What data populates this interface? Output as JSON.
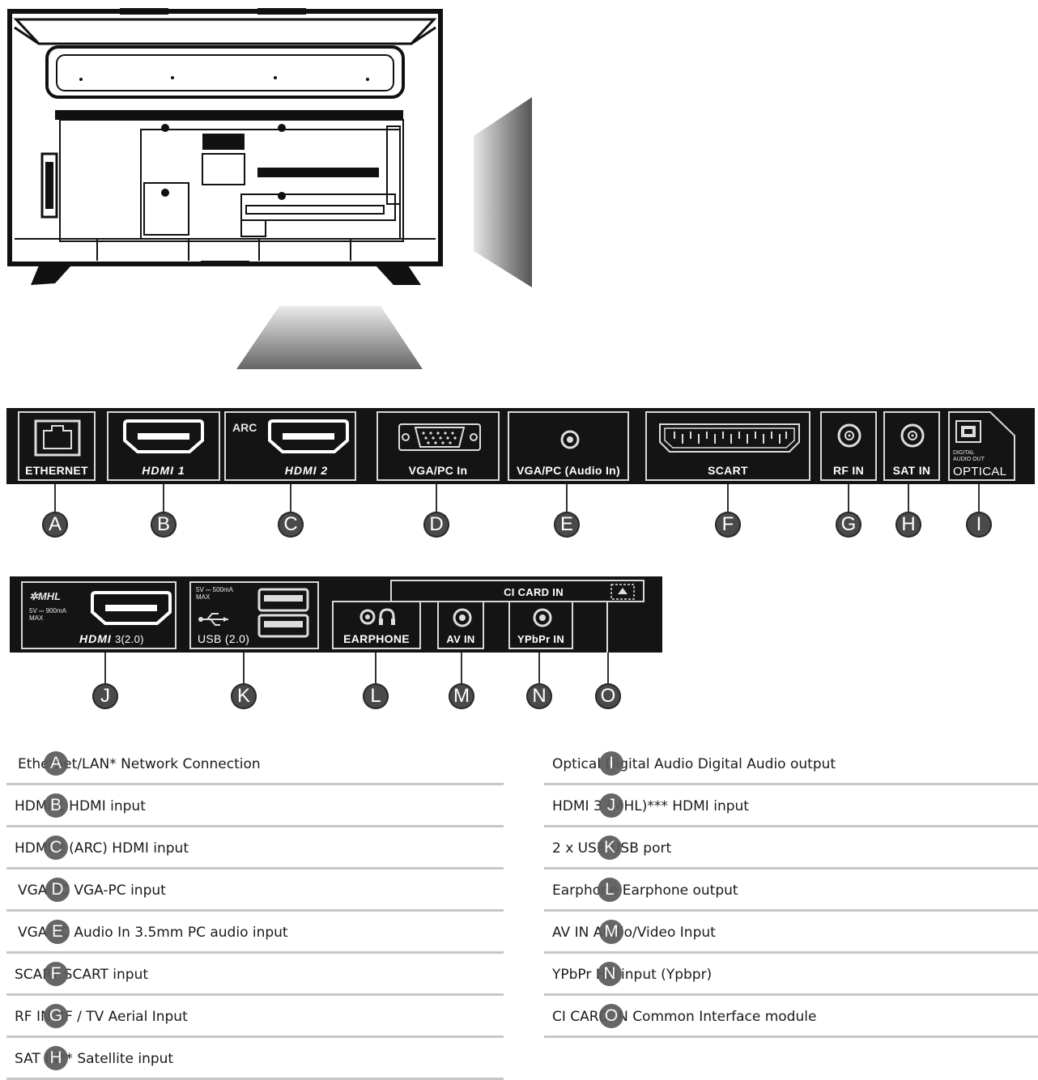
{
  "panel1": {
    "ethernet": "ETHERNET",
    "hdmi1": "HDMI 1",
    "arc": "ARC",
    "hdmi2": "HDMI 2",
    "vga_pc_in": "VGA/PC In",
    "vga_pc_audio": "VGA/PC (Audio In)",
    "scart": "SCART",
    "rf_in": "RF IN",
    "sat_in": "SAT IN",
    "digital_audio_out": "DIGITAL AUDIO OUT",
    "optical": "OPTICAL"
  },
  "panel2": {
    "mhl": "MHL",
    "mhl_power": "5V ⎓ 900mA MAX",
    "hdmi3": "HDMI",
    "hdmi3_version": "3(2.0)",
    "usb_power": "5V ⎓ 500mA MAX",
    "usb": "USB (2.0)",
    "earphone": "EARPHONE",
    "av_in": "AV IN",
    "ypbpr_in": "YPbPr IN",
    "ci_card_in": "CI CARD IN"
  },
  "markers": [
    "A",
    "B",
    "C",
    "D",
    "E",
    "F",
    "G",
    "H",
    "I",
    "J",
    "K",
    "L",
    "M",
    "N",
    "O"
  ],
  "legend_left": [
    {
      "marker": "A",
      "text": "Ethernet/LAN*  Network Connection"
    },
    {
      "marker": "B",
      "text": "HDMI 1  HDMI input"
    },
    {
      "marker": "C",
      "text": "HDMI 2 (ARC)  HDMI input"
    },
    {
      "marker": "D",
      "text": "VGA PC     VGA-PC input"
    },
    {
      "marker": "E",
      "text": "VGA PC Audio In  3.5mm PC audio input"
    },
    {
      "marker": "F",
      "text": "SCART  SCART input"
    },
    {
      "marker": "G",
      "text": "RF IN  RF / TV Aerial Input"
    },
    {
      "marker": "H",
      "text": "SAT IN**  Satellite input"
    }
  ],
  "legend_right": [
    {
      "marker": "I",
      "text": "Optical Digital Audio  Digital Audio output"
    },
    {
      "marker": "J",
      "text": "HDMI 3 (MHL)***  HDMI input"
    },
    {
      "marker": "K",
      "text": "2 x USB  USB port"
    },
    {
      "marker": "L",
      "text": "Earphone  Earphone output"
    },
    {
      "marker": "M",
      "text": " AV IN  Audio/Video Input"
    },
    {
      "marker": "N",
      "text": "YPbPr                        HD input (Ypbpr)"
    },
    {
      "marker": "O",
      "text": "CI CARD IN                Common Interface module"
    }
  ]
}
